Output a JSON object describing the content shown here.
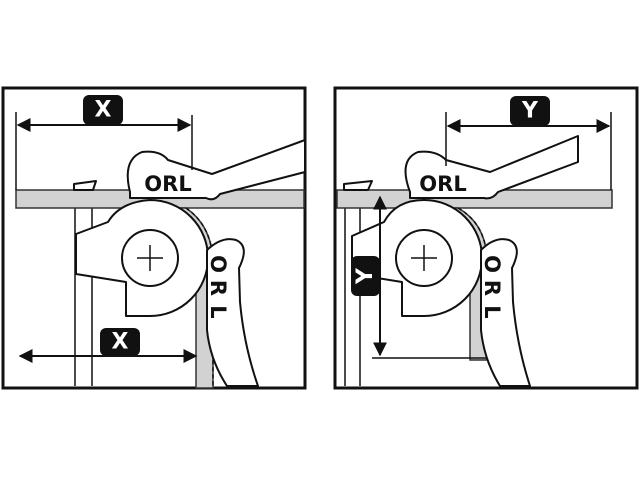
{
  "left_panel": {
    "dimension_top": "X",
    "dimension_bottom": "X",
    "tool_marking_horizontal": "ORL",
    "tool_marking_vertical": [
      "O",
      "R",
      "L"
    ]
  },
  "right_panel": {
    "dimension_top": "Y",
    "dimension_vertical": "Y",
    "tool_marking_horizontal": "ORL",
    "tool_marking_vertical": [
      "O",
      "R",
      "L"
    ]
  },
  "colors": {
    "ink": "#111111",
    "bar_fill": "#d2d2d2",
    "badge_fill": "#111111",
    "background": "#ffffff"
  }
}
